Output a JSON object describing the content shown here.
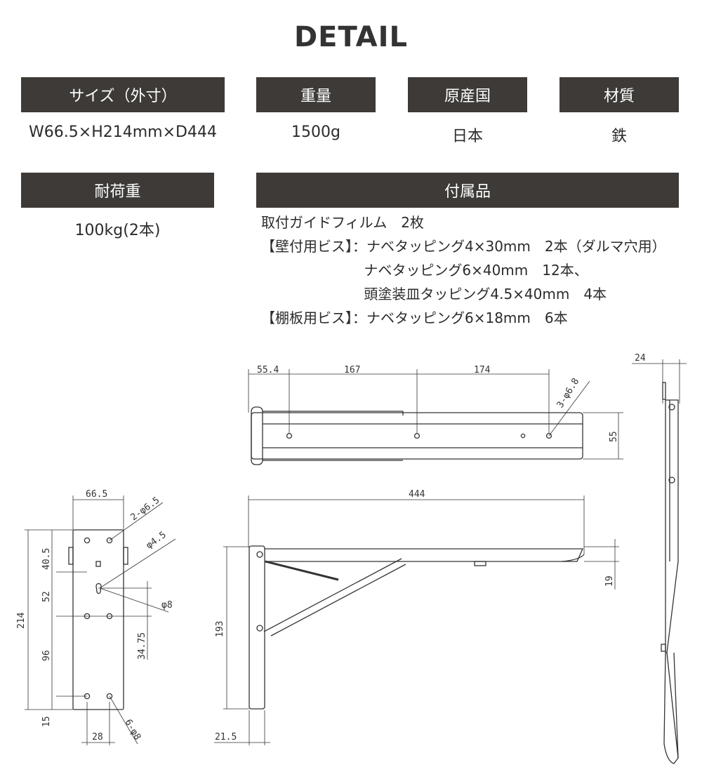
{
  "title": "DETAIL",
  "specs": {
    "size": {
      "label": "サイズ（外寸）",
      "value": "W66.5×H214mm×D444"
    },
    "weight": {
      "label": "重量",
      "value": "1500g"
    },
    "origin": {
      "label": "原産国",
      "value": "日本"
    },
    "material": {
      "label": "材質",
      "value": "鉄"
    },
    "load": {
      "label": "耐荷重",
      "value": "100kg(2本)"
    },
    "accessories": {
      "label": "付属品",
      "lines": [
        "取付ガイドフィルム　2枚",
        "【壁付用ビス】：ナベタッピング4×30mm　2本（ダルマ穴用）",
        "　　　　　　　 ナベタッピング6×40mm　12本、",
        "　　　　　　　 頭塗装皿タッピング4.5×40mm　4本",
        "【棚板用ビス】：ナベタッピング6×18mm　6本"
      ]
    }
  },
  "drawing": {
    "top_view": {
      "d1": "55.4",
      "d2": "167",
      "d3": "174",
      "holes": "3-φ6.8",
      "height": "55"
    },
    "side_view": {
      "length": "444",
      "height": "193",
      "offset": "19",
      "bottom": "21.5"
    },
    "front_view": {
      "width": "66.5",
      "holes_top": "2-φ6.5",
      "keyhole": "φ4.5",
      "circle": "φ8",
      "total": "214",
      "v1": "40.5",
      "v2": "52",
      "v3": "96",
      "v4": "15",
      "v5": "34.75",
      "bottom_width": "28",
      "holes_bottom": "6-φ8"
    },
    "edge_view": {
      "thickness": "24"
    }
  }
}
